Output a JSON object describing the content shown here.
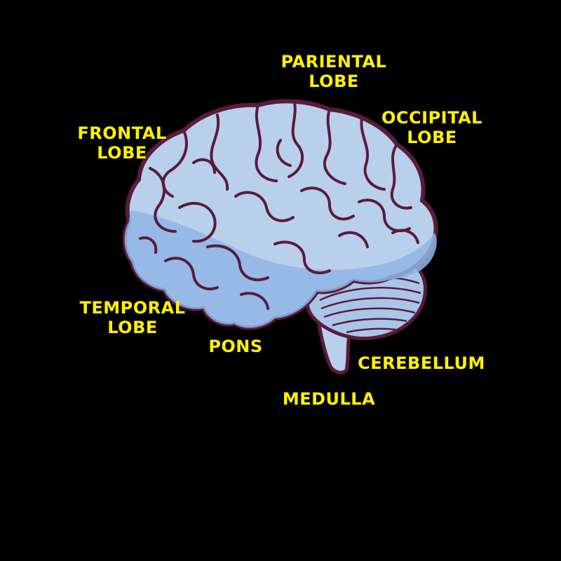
{
  "labels": {
    "parietal": [
      "PARIENTAL",
      "LOBE"
    ],
    "occipital": [
      "OCCIPITAL",
      "LOBE"
    ],
    "frontal": [
      "FRONTAL",
      "LOBE"
    ],
    "temporal": [
      "TEMPORAL",
      "LOBE"
    ],
    "pons": "PONS",
    "cerebellum": "CEREBELLUM",
    "medulla": "MEDULLA"
  },
  "colors": {
    "background": "#000000",
    "label": "#fff200",
    "brain_fill": "#b9d0ec",
    "brain_shadow": "#8fb6e6",
    "outline": "#5a1b3c"
  }
}
